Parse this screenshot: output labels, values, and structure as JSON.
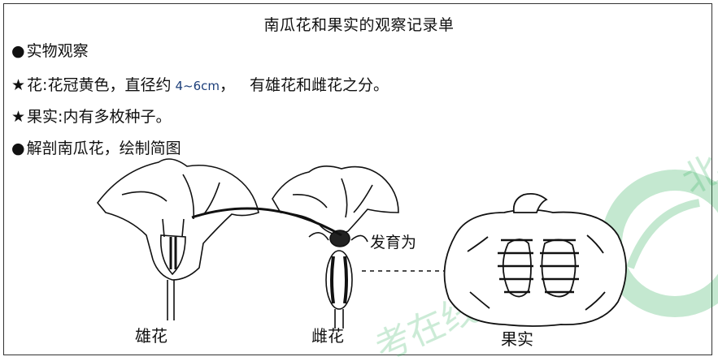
{
  "sheet": {
    "title": "南瓜花和果实的观察记录单",
    "section_observe": {
      "bullet": "●",
      "text": "实物观察"
    },
    "flower_line": {
      "bullet": "★",
      "label": "花:",
      "desc": "花冠黄色，直径约",
      "diameter": "4~6cm",
      "comma": "，",
      "rest": "有雄花和雌花之分。"
    },
    "fruit_line": {
      "bullet": "★",
      "label": "果实:",
      "desc": "内有多枚种子。"
    },
    "section_dissect": {
      "bullet": "●",
      "text": "解剖南瓜花，绘制简图"
    }
  },
  "figure": {
    "label_male": "雄花",
    "label_female": "雌花",
    "label_fruit": "果实",
    "label_develop": "发育为"
  },
  "colors": {
    "ink": "#111111",
    "watermark": "#2fae5b"
  }
}
